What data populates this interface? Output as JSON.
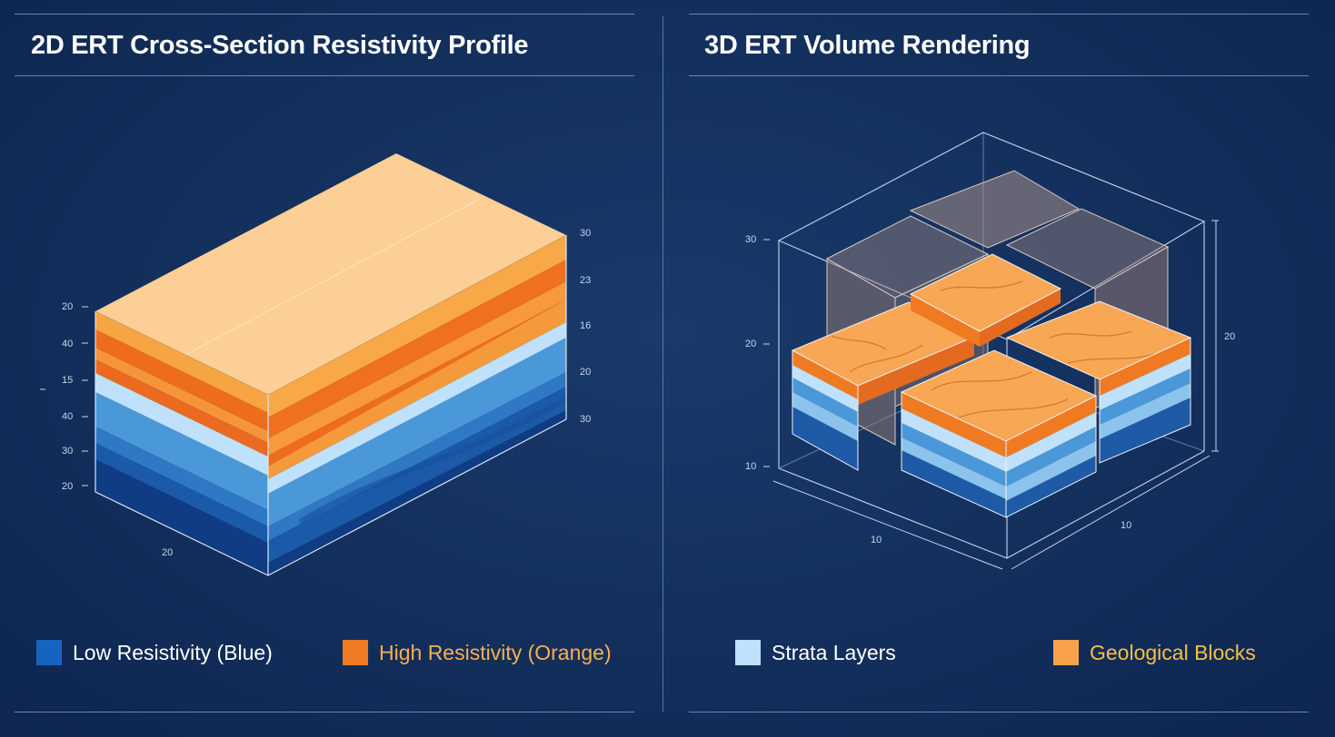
{
  "colors": {
    "background": "#132f5c",
    "low_resistivity": "#1565c0",
    "high_resistivity": "#f07a22",
    "strata": "#bfe1fb",
    "geological": "#f7a24a",
    "title_text": "#ffffff",
    "high_label_text": "#f7b04e",
    "geo_label_text": "#f6c042"
  },
  "left_panel": {
    "title": "2D ERT Cross-Section Resistivity Profile",
    "axis_left_ticks": [
      "20",
      "40",
      "15",
      "40",
      "30",
      "20"
    ],
    "axis_right_ticks": [
      "30",
      "23",
      "16",
      "20",
      "30"
    ],
    "axis_bottom_tick": "20",
    "legend": [
      {
        "label": "Low Resistivity (Blue)",
        "color": "#1565c0"
      },
      {
        "label": "High Resistivity (Orange)",
        "color": "#f07a22"
      }
    ]
  },
  "right_panel": {
    "title": "3D ERT Volume Rendering",
    "axis_left_ticks": [
      "30",
      "20",
      "10"
    ],
    "axis_right_tick": "20",
    "axis_bottom_ticks": [
      "10",
      "10"
    ],
    "legend": [
      {
        "label": "Strata Layers",
        "color": "#bfe1fb"
      },
      {
        "label": "Geological Blocks",
        "color": "#f7a24a"
      }
    ]
  }
}
